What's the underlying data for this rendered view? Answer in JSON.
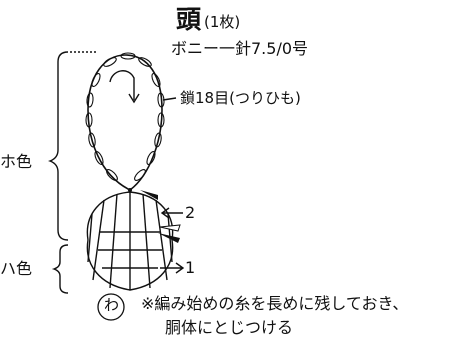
{
  "title": {
    "main": "頭",
    "count": "(1枚)"
  },
  "yarn": "ボニー一針7.5/0号",
  "chain_label": "鎖18目(つりひも)",
  "colors": {
    "upper": "ホ色",
    "lower": "ハ色"
  },
  "rows": {
    "row1": "1",
    "row2": "2"
  },
  "ring": "わ",
  "note": {
    "line1": "※編み始めの糸を長めに残しておき、",
    "line2": "胴体にとじつける"
  }
}
